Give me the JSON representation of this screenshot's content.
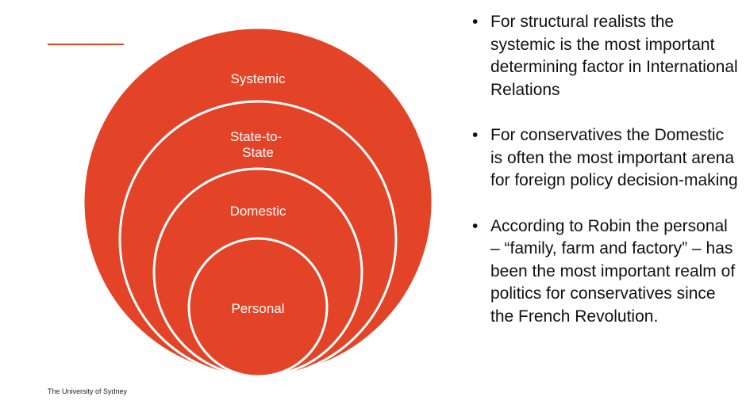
{
  "colors": {
    "accent": "#E34327",
    "ring_stroke": "#FFFFFF"
  },
  "diagram": {
    "levels": [
      {
        "label_lines": [
          "Systemic"
        ]
      },
      {
        "label_lines": [
          "State-to-",
          "State"
        ]
      },
      {
        "label_lines": [
          "Domestic"
        ]
      },
      {
        "label_lines": [
          "Personal"
        ]
      }
    ]
  },
  "bullets": [
    {
      "marker": "•",
      "text": "For structural realists the systemic is the most important determining factor in International Relations"
    },
    {
      "marker": "•",
      "text": "For conservatives the Domestic is often the most important arena for foreign policy decision-making"
    },
    {
      "marker": "•",
      "text": "According to Robin the personal – “family, farm and factory” – has been the most important realm of politics for conservatives since the French Revolution."
    }
  ],
  "footer": {
    "text": "The University of Sydney"
  }
}
